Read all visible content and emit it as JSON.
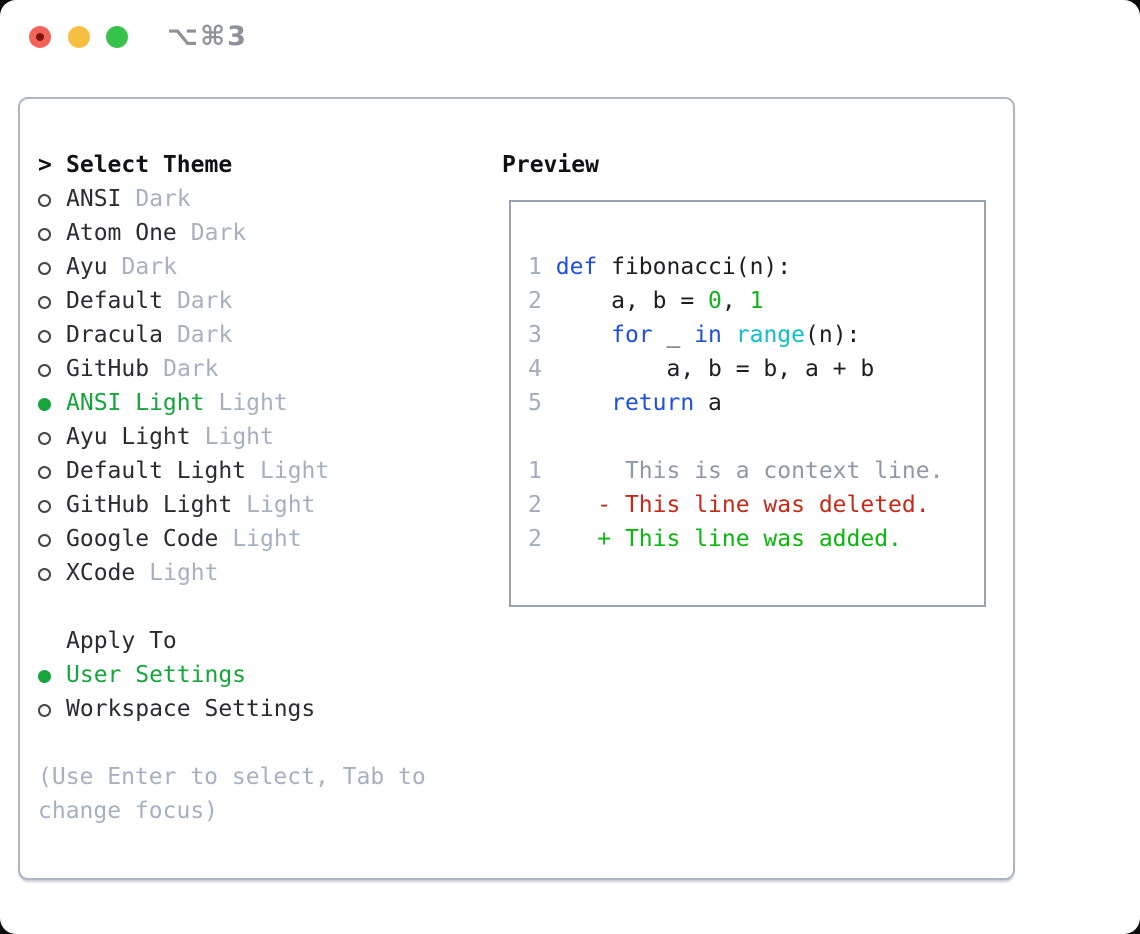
{
  "titlebar": {
    "shortcut": "⌥⌘3"
  },
  "theme_selector": {
    "prompt": ">",
    "title": "Select Theme",
    "items": [
      {
        "name": "ANSI",
        "variant": "Dark",
        "selected": false
      },
      {
        "name": "Atom One",
        "variant": "Dark",
        "selected": false
      },
      {
        "name": "Ayu",
        "variant": "Dark",
        "selected": false
      },
      {
        "name": "Default",
        "variant": "Dark",
        "selected": false
      },
      {
        "name": "Dracula",
        "variant": "Dark",
        "selected": false
      },
      {
        "name": "GitHub",
        "variant": "Dark",
        "selected": false
      },
      {
        "name": "ANSI Light",
        "variant": "Light",
        "selected": true
      },
      {
        "name": "Ayu Light",
        "variant": "Light",
        "selected": false
      },
      {
        "name": "Default Light",
        "variant": "Light",
        "selected": false
      },
      {
        "name": "GitHub Light",
        "variant": "Light",
        "selected": false
      },
      {
        "name": "Google Code",
        "variant": "Light",
        "selected": false
      },
      {
        "name": "XCode",
        "variant": "Light",
        "selected": false
      }
    ]
  },
  "apply_to": {
    "title": "Apply To",
    "items": [
      {
        "label": "User Settings",
        "selected": true
      },
      {
        "label": "Workspace Settings",
        "selected": false
      }
    ]
  },
  "help_lines": [
    "(Use Enter to select, Tab to",
    "change focus)"
  ],
  "preview": {
    "title": "Preview",
    "code_lines": [
      {
        "num": "1",
        "segs": [
          {
            "t": "def",
            "c": "keyword"
          },
          {
            "t": " fibonacci(n):",
            "c": "plain"
          }
        ]
      },
      {
        "num": "2",
        "segs": [
          {
            "t": "    a, b = ",
            "c": "plain"
          },
          {
            "t": "0",
            "c": "number"
          },
          {
            "t": ", ",
            "c": "plain"
          },
          {
            "t": "1",
            "c": "number"
          }
        ]
      },
      {
        "num": "3",
        "segs": [
          {
            "t": "    ",
            "c": "plain"
          },
          {
            "t": "for",
            "c": "keyword"
          },
          {
            "t": " _ ",
            "c": "plain"
          },
          {
            "t": "in",
            "c": "keyword"
          },
          {
            "t": " ",
            "c": "plain"
          },
          {
            "t": "range",
            "c": "builtin"
          },
          {
            "t": "(n):",
            "c": "plain"
          }
        ]
      },
      {
        "num": "4",
        "segs": [
          {
            "t": "        a, b = b, a + b",
            "c": "plain"
          }
        ]
      },
      {
        "num": "5",
        "segs": [
          {
            "t": "    ",
            "c": "plain"
          },
          {
            "t": "return",
            "c": "keyword"
          },
          {
            "t": " a",
            "c": "plain"
          }
        ]
      }
    ],
    "diff_lines": [
      {
        "num": "1",
        "segs": [
          {
            "t": "     This is a context line.",
            "c": "context"
          }
        ]
      },
      {
        "num": "2",
        "segs": [
          {
            "t": "   ",
            "c": "plain"
          },
          {
            "t": "- This line was deleted.",
            "c": "deleted"
          }
        ]
      },
      {
        "num": "2",
        "segs": [
          {
            "t": "   ",
            "c": "plain"
          },
          {
            "t": "+ This line was added.",
            "c": "added"
          }
        ]
      }
    ]
  },
  "colors": {
    "selected_green": "#16a53c",
    "keyword_blue": "#1e4fdd",
    "builtin_cyan": "#0ebfc7",
    "number_green": "#10b41a",
    "deleted_red": "#c52a19",
    "added_green": "#0bb70e",
    "muted_gray": "#a6b0bf",
    "traffic_red": "#f4635a",
    "traffic_yellow": "#f6bf41",
    "traffic_green": "#36c24b"
  }
}
